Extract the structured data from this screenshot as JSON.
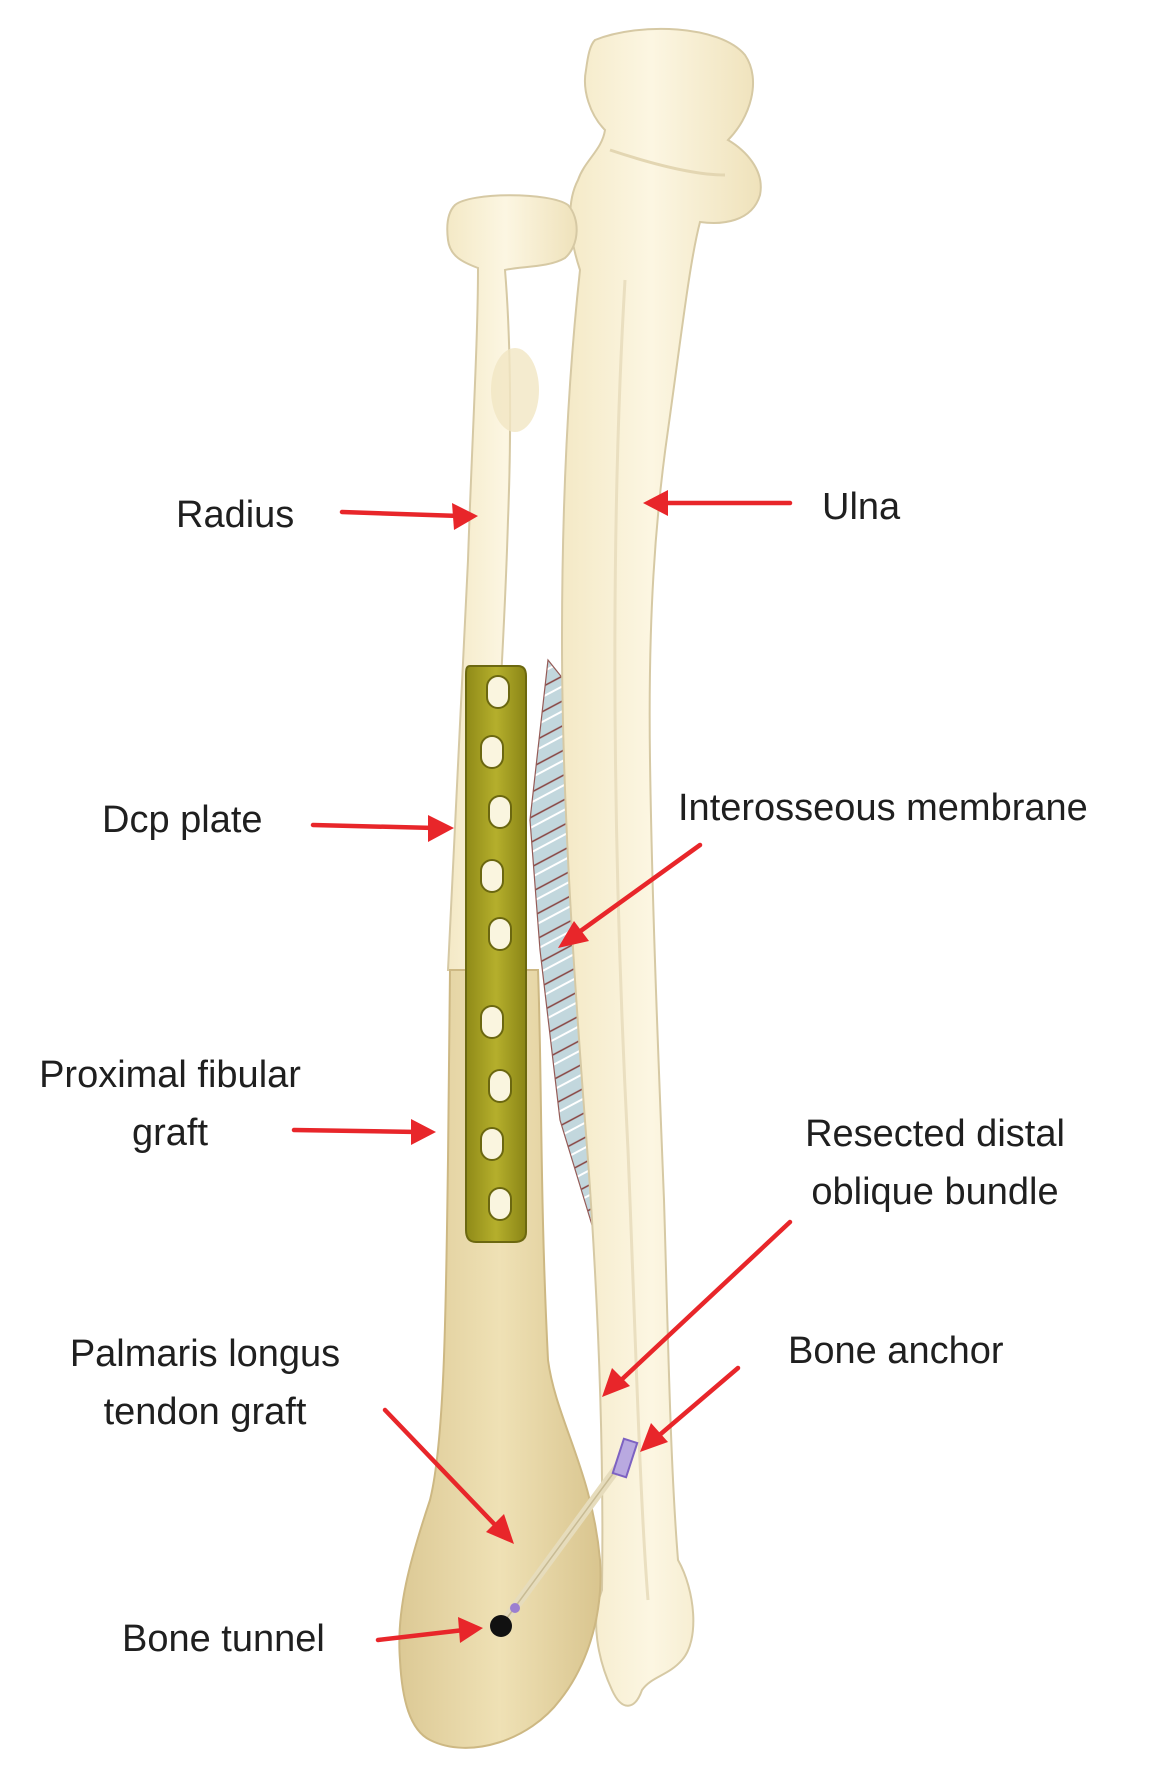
{
  "labels": {
    "radius": "Radius",
    "ulna": "Ulna",
    "dcp_plate": "Dcp plate",
    "interosseous_membrane": "Interosseous membrane",
    "proximal_fibular_graft_line1": "Proximal fibular",
    "proximal_fibular_graft_line2": "graft",
    "resected_bundle_line1": "Resected distal",
    "resected_bundle_line2": "oblique bundle",
    "bone_anchor": "Bone anchor",
    "palmaris_line1": "Palmaris longus",
    "palmaris_line2": "tendon graft",
    "bone_tunnel": "Bone tunnel"
  },
  "colors": {
    "arrow": "#e8262a",
    "bone_light": "#faf2d7",
    "bone_graft": "#e9d9a7",
    "bone_outline": "#d6c9a4",
    "plate": "#a9a326",
    "plate_dark": "#7c7814",
    "membrane": "#a9c6cf",
    "membrane_fibers": "#7a2e2a",
    "tendon": "#e6dcbc",
    "anchor": "#9b7fd0",
    "tunnel": "#111111",
    "text": "#1f1f1f"
  }
}
